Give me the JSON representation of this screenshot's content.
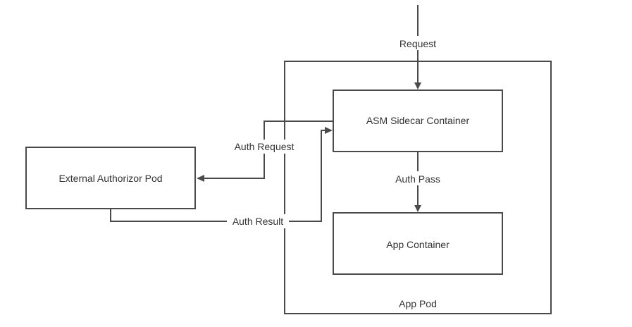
{
  "diagram": {
    "nodes": {
      "app_pod": "App Pod",
      "asm_sidecar": "ASM Sidecar Container",
      "app_container": "App Container",
      "external_authorizer": "External Authorizor Pod"
    },
    "edges": {
      "request": "Request",
      "auth_request": "Auth Request",
      "auth_result": "Auth Result",
      "auth_pass": "Auth Pass"
    },
    "colors": {
      "stroke": "#4a4a4a",
      "text": "#333333",
      "background": "#ffffff"
    }
  }
}
